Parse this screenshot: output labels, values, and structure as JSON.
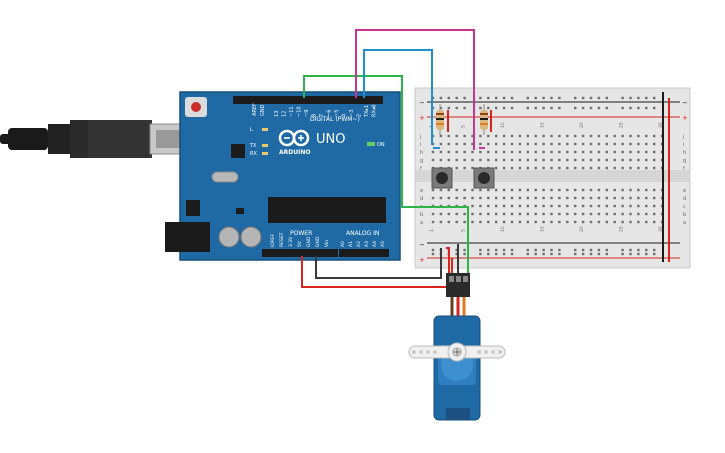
{
  "arduino": {
    "brand": "ARDUINO",
    "model": "UNO",
    "digital_label": "DIGITAL (PWM~)",
    "power_label": "POWER",
    "analog_label": "ANALOG IN",
    "on_label": "ON",
    "led_l": "L",
    "led_tx": "TX",
    "led_rx": "RX",
    "aref": "AREF",
    "gnd": "GND",
    "digital_pins": [
      "13",
      "12",
      "~11",
      "~10",
      "~9",
      "8",
      "7",
      "~6",
      "~5",
      "4",
      "~3",
      "2",
      "TX▸1",
      "RX◂0"
    ],
    "power_pins": [
      "IOREF",
      "RESET",
      "3.3V",
      "5V",
      "GND",
      "GND",
      "Vin"
    ],
    "analog_pins": [
      "A0",
      "A1",
      "A2",
      "A3",
      "A4",
      "A5"
    ]
  },
  "breadboard": {
    "row_labels_top": [
      "j",
      "i",
      "h",
      "g",
      "f"
    ],
    "row_labels_bottom": [
      "e",
      "d",
      "c",
      "b",
      "a"
    ],
    "col_numbers": [
      "1",
      "5",
      "10",
      "15",
      "20",
      "25",
      "30"
    ]
  },
  "wire_colors": {
    "green": "#2db34a",
    "blue": "#1e8fcf",
    "magenta": "#c4358f",
    "red": "#d7261e",
    "black": "#3a3a3a",
    "orange": "#e07a1f",
    "brown": "#6b3b1f"
  }
}
